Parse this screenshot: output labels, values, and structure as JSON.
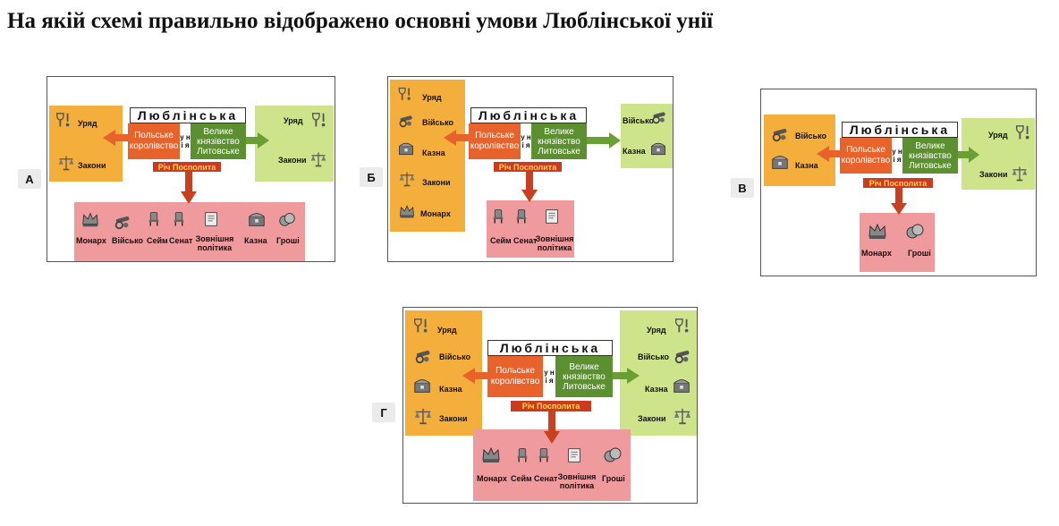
{
  "question": "На якій схемі правильно відображено основні умови Люблінської унії",
  "common": {
    "title": "Люблінська",
    "unia": "у н і я",
    "polske": "Польське королівство",
    "vkl": "Велике князівство Литовське",
    "rich": "Річ Посполита"
  },
  "options": {
    "a": {
      "label": "А",
      "left": [
        "Уряд",
        "Закони"
      ],
      "right": [
        "Уряд",
        "Закони"
      ],
      "bottom": [
        "Монарх",
        "Військо",
        "Сейм",
        "Сенат",
        "Зовнішня політика",
        "Казна",
        "Гроші"
      ]
    },
    "b": {
      "label": "Б",
      "left": [
        "Уряд",
        "Військо",
        "Казна",
        "Закони",
        "Монарх"
      ],
      "right": [
        "Військо",
        "Казна"
      ],
      "bottom": [
        "Сейм",
        "Сенат",
        "Зовнішня політика"
      ]
    },
    "v": {
      "label": "В",
      "left": [
        "Військо",
        "Казна"
      ],
      "right": [
        "Уряд",
        "Закони"
      ],
      "bottom": [
        "Монарх",
        "Гроші"
      ]
    },
    "g": {
      "label": "Г",
      "left": [
        "Уряд",
        "Військо",
        "Казна",
        "Закони"
      ],
      "right": [
        "Уряд",
        "Військо",
        "Казна",
        "Закони"
      ],
      "bottom": [
        "Монарх",
        "Сейм",
        "Сенат",
        "Зовнішня політика",
        "Гроші"
      ]
    }
  }
}
